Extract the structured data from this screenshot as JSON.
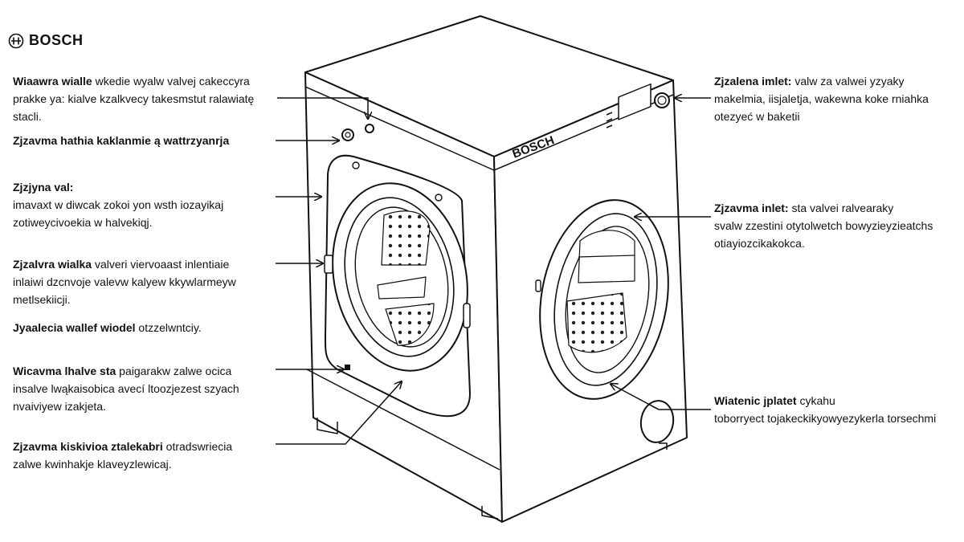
{
  "brand": {
    "name": "BOSCH",
    "logo_icon": "bosch-ring-logo"
  },
  "machine": {
    "front_brand": "BOSCH"
  },
  "left_labels": [
    {
      "title": "Wiaawra wialle",
      "lines": [
        "wkedie wyalw valvej cakeccyra",
        "prakke ya: kialve kzalkvecy takesmstut ralawiatę",
        "stacli."
      ]
    },
    {
      "title": "Zjzavma hathia kaklanmie ą wattrzyanrja",
      "lines": []
    },
    {
      "title": "Zjzjyna val:",
      "lines": [
        "imavaxt w diwcak zokoi yon wsth iozayikaj",
        "zotiweycivoekia w halvekiqj."
      ]
    },
    {
      "title": "Zjzalvra wialka",
      "lines": [
        "valveri viervoaast inlentiaie",
        "inlaiwi dzcnvoje valevw kalyew kkywlarmeyw",
        "metlsekiicji."
      ]
    },
    {
      "title": "Jyaalecia wallef wiodel",
      "lines": [
        "otzzelwntciy."
      ]
    },
    {
      "title": "Wicavma lhalve sta",
      "lines": [
        "paigarakw zalwe ocica",
        "insalve lwąkaisobica avecí ltoozjezest szyach",
        "nvaiviyew izakjeta."
      ]
    },
    {
      "title": "Zjzavma kiskivioa ztalekabri",
      "lines": [
        "otradswriecia",
        "zalwe kwinhakje klaveyzlewicaj."
      ]
    }
  ],
  "right_labels": [
    {
      "title": "Zjzalena imlet:",
      "lines": [
        "valw za valwei yzyaky",
        "makelmia, iisjaletja, wakewna koke rniahka",
        "otezyeć w baketii"
      ]
    },
    {
      "title": "Zjzavma inlet:",
      "lines": [
        "sta valvei ralvearaky",
        "svalw zzestini otytolwetch bowyzieyzieatchs",
        "otiayiozcikakokca."
      ]
    },
    {
      "title": "Wiatenic jplatet",
      "lines": [
        "cykahu",
        "toborryect tojakeckikyowyezykerla torsechmi"
      ]
    }
  ]
}
